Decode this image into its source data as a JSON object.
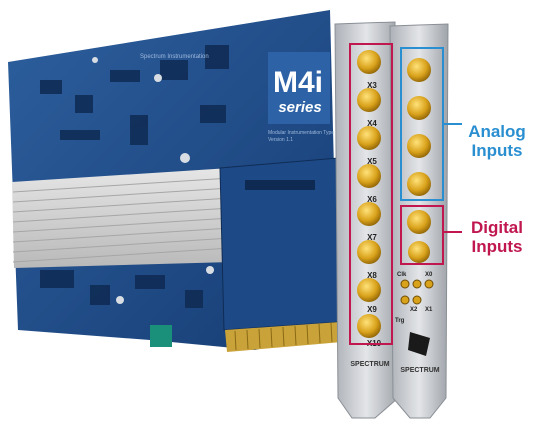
{
  "card": {
    "series_badge_top": "M4i",
    "series_badge_bottom": "series",
    "brand_logo_text": "Spectrum Instrumentation",
    "board_label_1": "Modular Instrumentation Type",
    "board_label_2": "Version 1.1"
  },
  "bracket_left": {
    "connectors": [
      {
        "label": "X3"
      },
      {
        "label": "X4"
      },
      {
        "label": "X5"
      },
      {
        "label": "X6"
      },
      {
        "label": "X7"
      },
      {
        "label": "X8"
      },
      {
        "label": "X9"
      },
      {
        "label": "X10"
      }
    ],
    "footer": "SPECTRUM"
  },
  "bracket_right": {
    "small_labels": [
      "Clk",
      "X0",
      "X1",
      "X2",
      "Trg"
    ],
    "footer": "SPECTRUM"
  },
  "callouts": {
    "analog": {
      "line1": "Analog",
      "line2": "Inputs"
    },
    "digital": {
      "line1": "Digital",
      "line2": "Inputs"
    }
  },
  "colors": {
    "pcb": "#1f4f8f",
    "bracket": "#c9cdd2",
    "connector": "#d9a21b",
    "analog_box": "#2a8fd0",
    "digital_box": "#c0174f"
  }
}
